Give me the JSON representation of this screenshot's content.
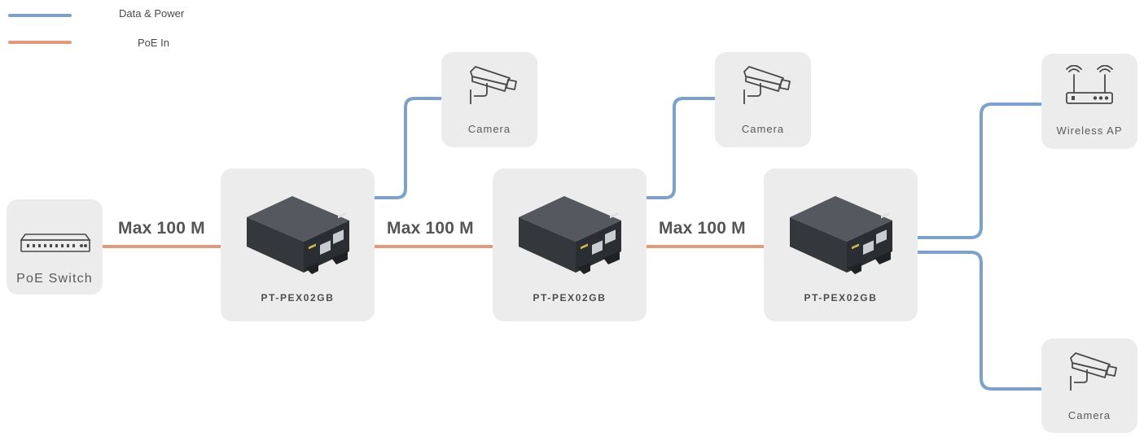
{
  "legend": {
    "data_power": {
      "label": "Data & Power",
      "color": "#7ca2cc"
    },
    "poe_in": {
      "label": "PoE In",
      "color": "#e29a7c"
    }
  },
  "source": {
    "label": "PoE Switch",
    "icon": "network-switch-icon"
  },
  "links": [
    {
      "label": "Max 100 M"
    },
    {
      "label": "Max 100 M"
    },
    {
      "label": "Max 100 M"
    }
  ],
  "extenders": [
    {
      "model": "PT-PEX02GB",
      "icon": "poe-extender-device-icon"
    },
    {
      "model": "PT-PEX02GB",
      "icon": "poe-extender-device-icon"
    },
    {
      "model": "PT-PEX02GB",
      "icon": "poe-extender-device-icon"
    }
  ],
  "endpoints": [
    {
      "label": "Camera",
      "icon": "camera-icon"
    },
    {
      "label": "Camera",
      "icon": "camera-icon"
    },
    {
      "label": "Wireless AP",
      "icon": "wireless-router-icon"
    },
    {
      "label": "Camera",
      "icon": "camera-icon"
    }
  ],
  "colors": {
    "card": "#ececec",
    "device_body": "#3a3d42"
  }
}
